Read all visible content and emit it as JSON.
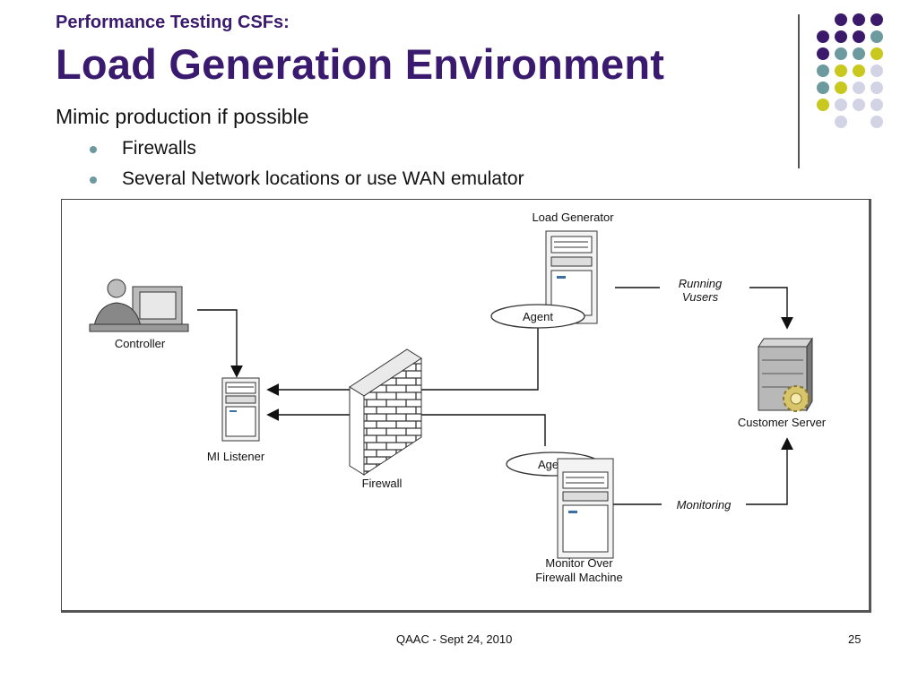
{
  "slide": {
    "subtitle": "Performance Testing CSFs:",
    "title": "Load Generation Environment",
    "main_bullet": "Mimic production if possible",
    "sub_bullets": [
      "Firewalls",
      "Several Network locations or use WAN emulator"
    ]
  },
  "diagram": {
    "nodes": {
      "load_generator": "Load Generator",
      "controller": "Controller",
      "mi_listener": "MI Listener",
      "firewall": "Firewall",
      "customer_server": "Customer Server",
      "monitor_line1": "Monitor Over",
      "monitor_line2": "Firewall Machine",
      "agent_top": "Agent",
      "agent_bottom": "Agent"
    },
    "edge_labels": {
      "running_line1": "Running",
      "running_line2": "Vusers",
      "monitoring": "Monitoring"
    }
  },
  "footer": {
    "center": "QAAC - Sept 24, 2010",
    "page": "25"
  },
  "colors": {
    "title": "#3a1a6e",
    "dot_purple": "#3b1a6b",
    "dot_teal": "#6c9a9e",
    "dot_yellow": "#c8c81e",
    "dot_lavender": "#d3d3e6"
  }
}
